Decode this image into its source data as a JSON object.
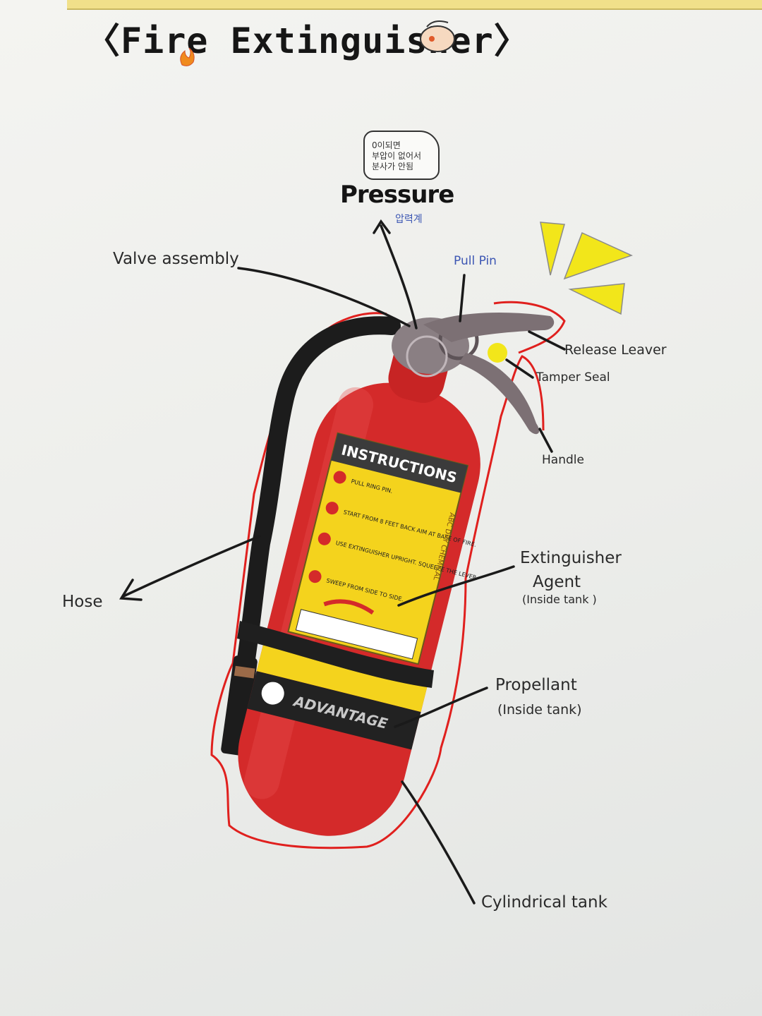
{
  "title": "〈Fire Extinguisher〉",
  "pressure": {
    "label": "Pressure",
    "korean": "압력계"
  },
  "speech_bubble": {
    "line1": "0이되면",
    "line2": "부압이 없어서",
    "line3": "분사가 안됨"
  },
  "labels": {
    "valve_assembly": "Valve assembly",
    "pull_pin": "Pull Pin",
    "release_lever": "Release Leaver",
    "tamper_seal": "Tamper Seal",
    "handle": "Handle",
    "hose": "Hose",
    "agent_line1": "Extinguisher",
    "agent_line2": "Agent",
    "agent_line3": "(Inside tank )",
    "propellant_line1": "Propellant",
    "propellant_line2": "(Inside tank)",
    "cylindrical_tank": "Cylindrical tank"
  },
  "instructions_panel": {
    "heading": "INSTRUCTIONS",
    "steps": [
      "PULL RING PIN.",
      "START FROM 8 FEET BACK AIM AT BASE OF FIRE.",
      "USE EXTINGUISHER UPRIGHT. SQUEEZE THE LEVER.",
      "SWEEP FROM SIDE TO SIDE."
    ],
    "side_text": "ABC DRY CHEMICAL",
    "brand": "ADVANTAGE"
  },
  "colors": {
    "tank_red": "#d42a2a",
    "tank_dark": "#a31818",
    "outline_red": "#e0201e",
    "label_yellow": "#f4d31d",
    "hose_black": "#1c1c1c",
    "valve_gray": "#8a7f83",
    "sparkle_yellow": "#f2e61a",
    "korean_blue": "#3c56b3"
  }
}
